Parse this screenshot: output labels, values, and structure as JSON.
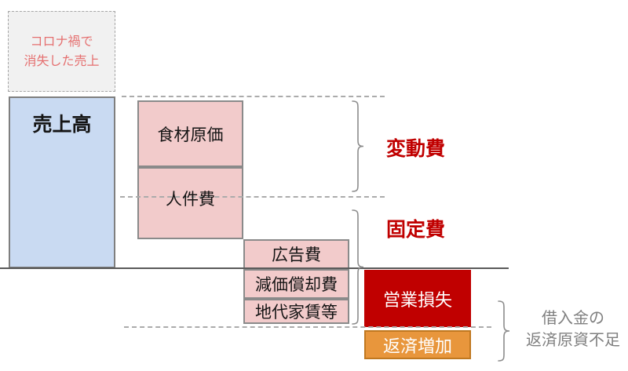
{
  "diagram": {
    "lost_sales": {
      "label": "コロナ禍で\n消失した売上"
    },
    "revenue": {
      "label": "売上高"
    },
    "costs": {
      "food": "食材原価",
      "labor": "人件費",
      "advertising": "広告費",
      "depreciation": "減価償却費",
      "rent": "地代家賃等"
    },
    "losses": {
      "operating_loss": "営業損失",
      "repayment_increase": "返済増加"
    },
    "group_labels": {
      "variable_cost": "変動費",
      "fixed_cost": "固定費",
      "repayment_shortage": "借入金の\n返済原資不足"
    },
    "colors": {
      "revenue_fill": "#C9DAF2",
      "cost_fill": "#F2CBCB",
      "operating_loss_fill": "#C00000",
      "repayment_fill": "#E8963C",
      "lost_sales_fill": "#F1F1F1",
      "lost_sales_text": "#E57070",
      "group_label_red": "#C00000",
      "shortage_text_gray": "#7F7F7F",
      "line_gray": "#5A5A5A",
      "dash_gray": "#ABABAB"
    }
  }
}
